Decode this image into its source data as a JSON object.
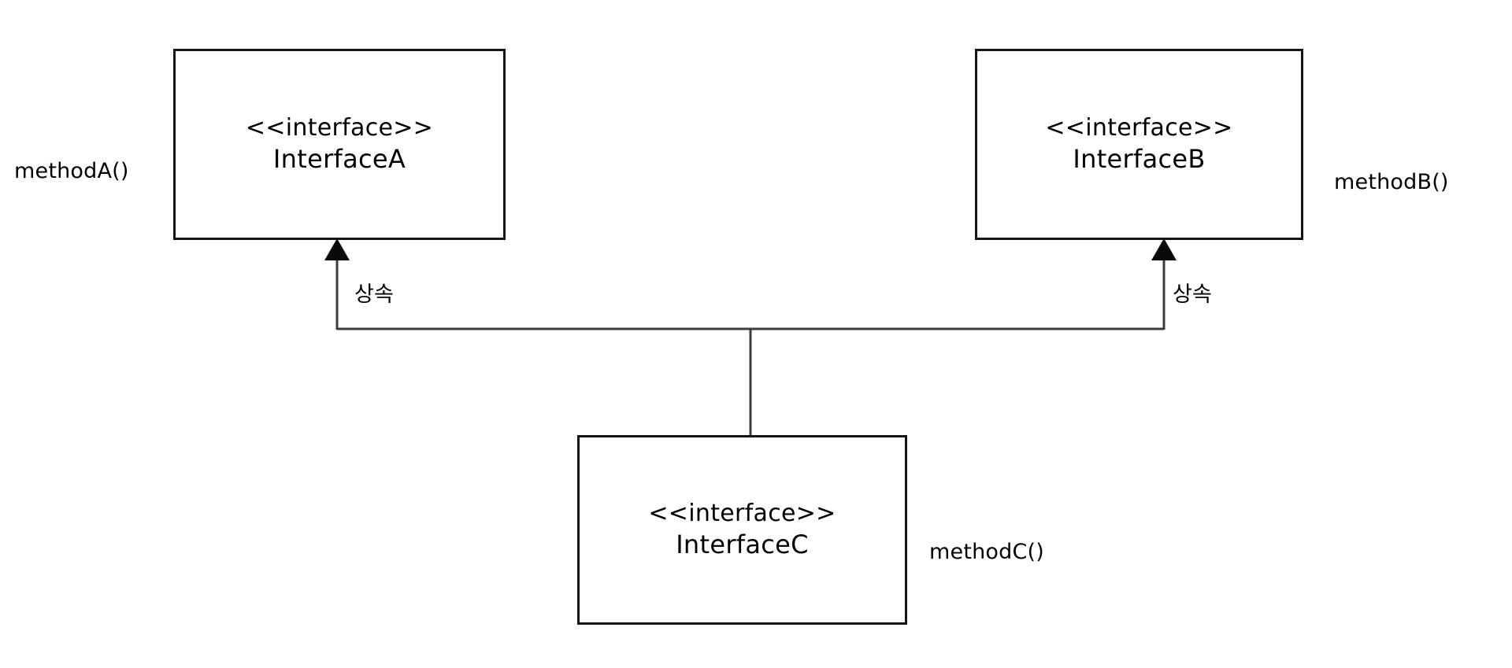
{
  "diagram": {
    "type": "uml-class-diagram",
    "background_color": "#ffffff",
    "stroke_color": "#141414",
    "nodes": [
      {
        "id": "interface-a",
        "stereotype": "<<interface>>",
        "name": "InterfaceA",
        "method_label": "methodA()"
      },
      {
        "id": "interface-b",
        "stereotype": "<<interface>>",
        "name": "InterfaceB",
        "method_label": "methodB()"
      },
      {
        "id": "interface-c",
        "stereotype": "<<interface>>",
        "name": "InterfaceC",
        "method_label": "methodC()"
      }
    ],
    "edges": [
      {
        "id": "edge-c-to-a",
        "from": "interface-c",
        "to": "interface-a",
        "label": "상속",
        "arrow": "filled-triangle"
      },
      {
        "id": "edge-c-to-b",
        "from": "interface-c",
        "to": "interface-b",
        "label": "상속",
        "arrow": "filled-triangle"
      }
    ]
  }
}
